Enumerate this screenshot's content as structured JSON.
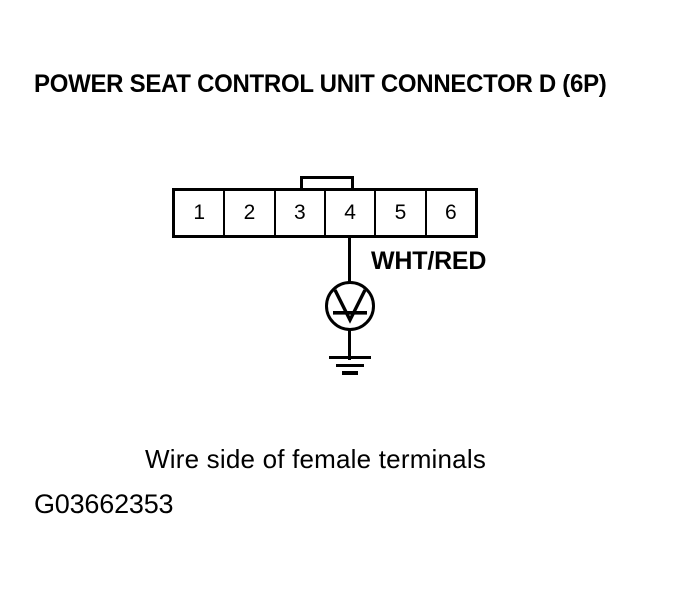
{
  "figure": {
    "title": "POWER SEAT CONTROL UNIT CONNECTOR D (6P)",
    "caption": "Wire side of female terminals",
    "figure_id": "G03662353",
    "background_color": "#FFFFFF",
    "line_color": "#000000"
  },
  "connector": {
    "name": "Power Seat Control Unit Connector D",
    "pin_count_label": "6P",
    "pins": [
      {
        "number": "1"
      },
      {
        "number": "2"
      },
      {
        "number": "3"
      },
      {
        "number": "4"
      },
      {
        "number": "5"
      },
      {
        "number": "6"
      }
    ],
    "locking_tab": "connector-locking-tab"
  },
  "measurement": {
    "wire_color_label": "WHT/RED",
    "probed_pin": "4",
    "instrument": "voltmeter",
    "instrument_symbol": "V",
    "ground_symbol": "earth-ground"
  }
}
